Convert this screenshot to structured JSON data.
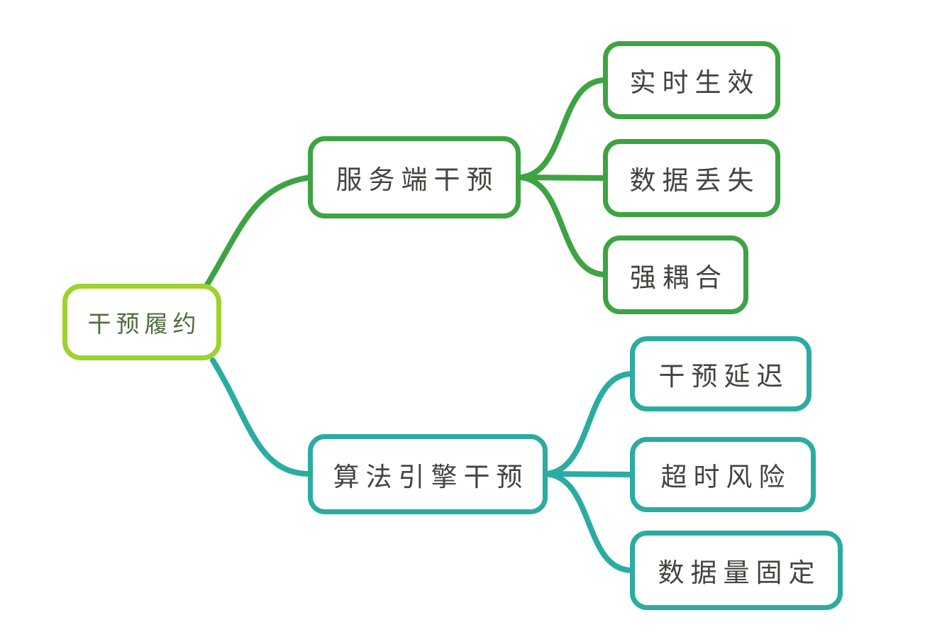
{
  "diagram": {
    "title": "干预履约 mind map",
    "root": {
      "label": "干预履约"
    },
    "branches": [
      {
        "id": "server-side-intervention",
        "label": "服务端干预",
        "color": "#3EA343",
        "children": [
          {
            "label": "实时生效"
          },
          {
            "label": "数据丢失"
          },
          {
            "label": "强耦合"
          }
        ]
      },
      {
        "id": "algo-engine-intervention",
        "label": "算法引擎干预",
        "color": "#2BACA0",
        "children": [
          {
            "label": "干预延迟"
          },
          {
            "label": "超时风险"
          },
          {
            "label": "数据量固定"
          }
        ]
      }
    ],
    "colors": {
      "background": "#FFFFFF",
      "root_border": "#9ED22E",
      "branch1": "#3EA343",
      "branch2": "#2BACA0",
      "root_text": "#4F6B3C",
      "node_text": "#40453E"
    }
  }
}
